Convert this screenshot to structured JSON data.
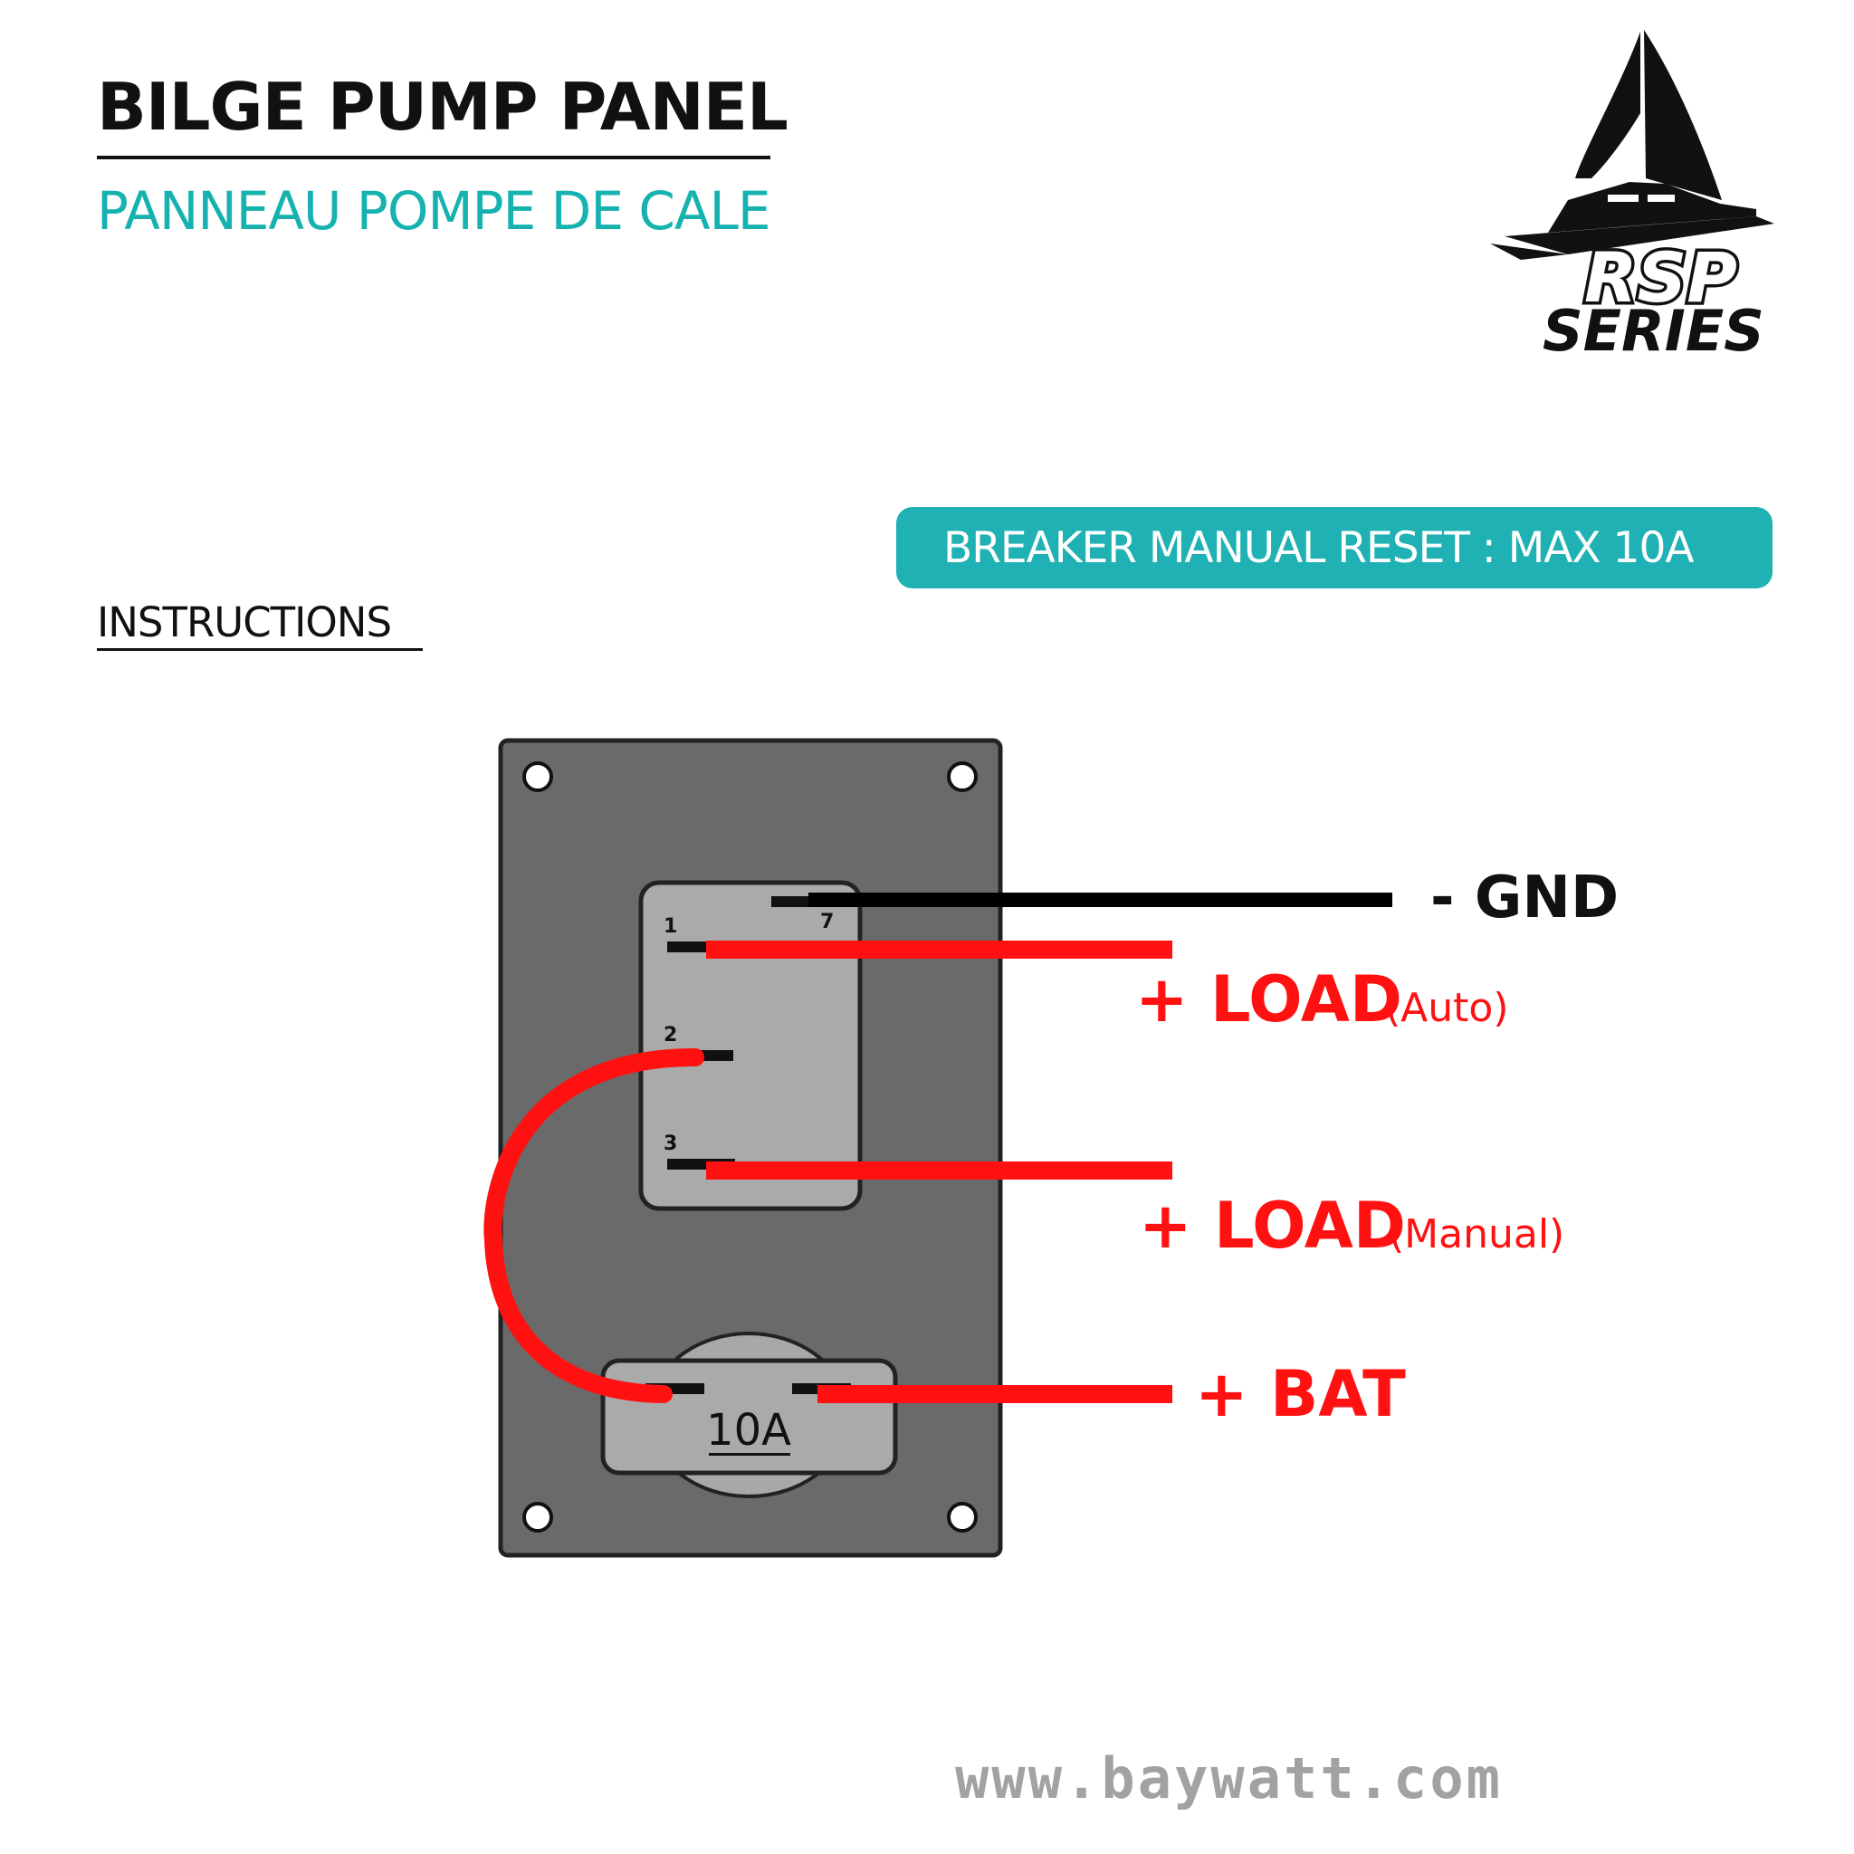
{
  "header": {
    "title": "BILGE PUMP PANEL",
    "subtitle": "PANNEAU POMPE DE CALE"
  },
  "badge": {
    "text": "BREAKER MANUAL RESET : MAX 10A"
  },
  "instructions_label": "INSTRUCTIONS",
  "logo": {
    "line1": "RSP",
    "line2": "SERIES",
    "icon": "sailboat-icon"
  },
  "switch": {
    "terminals": [
      "1",
      "2",
      "3",
      "7"
    ]
  },
  "breaker": {
    "rating": "10A"
  },
  "wires": {
    "gnd": {
      "label": "- GND",
      "color": "#000000"
    },
    "load_auto": {
      "label": "+ LOAD",
      "note": "(Auto)",
      "color": "#ff1111"
    },
    "load_manual": {
      "label": "+ LOAD",
      "note": "(Manual)",
      "color": "#ff1111"
    },
    "bat": {
      "label": "+ BAT",
      "color": "#ff1111"
    }
  },
  "colors": {
    "panel": "#6a6a6a",
    "switch_body": "#aaaaaa",
    "accent_teal": "#1fb1b3",
    "wire_red": "#ff1111",
    "footer_grey": "#a2a2a2"
  },
  "footer": {
    "website": "www.baywatt.com"
  }
}
